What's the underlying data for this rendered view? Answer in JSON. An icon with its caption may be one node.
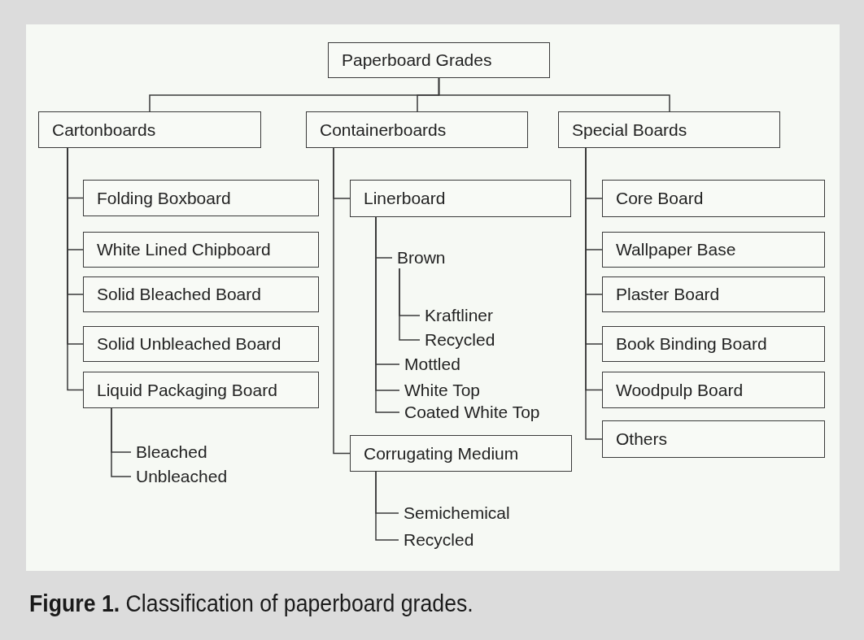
{
  "diagram": {
    "caption": "**Figure 1.** Classification of paperboard grades.",
    "nodes": [
      {
        "text": [
          "Paperboard Grades"
        ]
      },
      {
        "text": [
          "Cartonboards"
        ]
      },
      {
        "text": [
          "Containerboards"
        ]
      },
      {
        "text": [
          "Special Boards"
        ]
      },
      {
        "text": [
          "Folding Boxboard"
        ]
      },
      {
        "text": [
          "White Lined Chipboard"
        ]
      },
      {
        "text": [
          "Solid Bleached Board"
        ]
      },
      {
        "text": [
          "Solid Unbleached Board"
        ]
      },
      {
        "text": [
          "Liquid Packaging Board"
        ]
      },
      {
        "text": [
          "Bleached"
        ]
      },
      {
        "text": [
          "Unbleached"
        ]
      },
      {
        "text": [
          "Linerboard"
        ]
      },
      {
        "text": [
          "Brown"
        ]
      },
      {
        "text": [
          "Kraftliner"
        ]
      },
      {
        "text": [
          "Recycled"
        ]
      },
      {
        "text": [
          "Mottled"
        ]
      },
      {
        "text": [
          "White Top"
        ]
      },
      {
        "text": [
          "Coated White Top"
        ]
      },
      {
        "text": [
          "Corrugating Medium"
        ]
      },
      {
        "text": [
          "Semichemical"
        ]
      },
      {
        "text": [
          "Recycled"
        ]
      },
      {
        "text": [
          "Core Board"
        ]
      },
      {
        "text": [
          "Wallpaper Base"
        ]
      },
      {
        "text": [
          "Plaster Board"
        ]
      },
      {
        "text": [
          "Book Binding Board"
        ]
      },
      {
        "text": [
          "Woodpulp Board"
        ]
      },
      {
        "text": [
          "Others"
        ]
      }
    ],
    "edges": [
      {
        "from": 0,
        "to": 1,
        "arrow": "none"
      },
      {
        "from": 0,
        "to": 2,
        "arrow": "none"
      },
      {
        "from": 0,
        "to": 3,
        "arrow": "none"
      },
      {
        "from": 1,
        "to": 4,
        "arrow": "none"
      },
      {
        "from": 1,
        "to": 5,
        "arrow": "none"
      },
      {
        "from": 1,
        "to": 6,
        "arrow": "none"
      },
      {
        "from": 1,
        "to": 7,
        "arrow": "none"
      },
      {
        "from": 1,
        "to": 8,
        "arrow": "none"
      },
      {
        "from": 8,
        "to": 9,
        "arrow": "none"
      },
      {
        "from": 8,
        "to": 10,
        "arrow": "none"
      },
      {
        "from": 2,
        "to": 11,
        "arrow": "none"
      },
      {
        "from": 11,
        "to": 12,
        "arrow": "none"
      },
      {
        "from": 12,
        "to": 13,
        "arrow": "none"
      },
      {
        "from": 12,
        "to": 14,
        "arrow": "none"
      },
      {
        "from": 11,
        "to": 15,
        "arrow": "none"
      },
      {
        "from": 11,
        "to": 16,
        "arrow": "none"
      },
      {
        "from": 11,
        "to": 17,
        "arrow": "none"
      },
      {
        "from": 2,
        "to": 18,
        "arrow": "none"
      },
      {
        "from": 18,
        "to": 19,
        "arrow": "none"
      },
      {
        "from": 18,
        "to": 20,
        "arrow": "none"
      },
      {
        "from": 3,
        "to": 21,
        "arrow": "none"
      },
      {
        "from": 3,
        "to": 22,
        "arrow": "none"
      },
      {
        "from": 3,
        "to": 23,
        "arrow": "none"
      },
      {
        "from": 3,
        "to": 24,
        "arrow": "none"
      },
      {
        "from": 3,
        "to": 25,
        "arrow": "none"
      },
      {
        "from": 3,
        "to": 26,
        "arrow": "none"
      }
    ]
  }
}
